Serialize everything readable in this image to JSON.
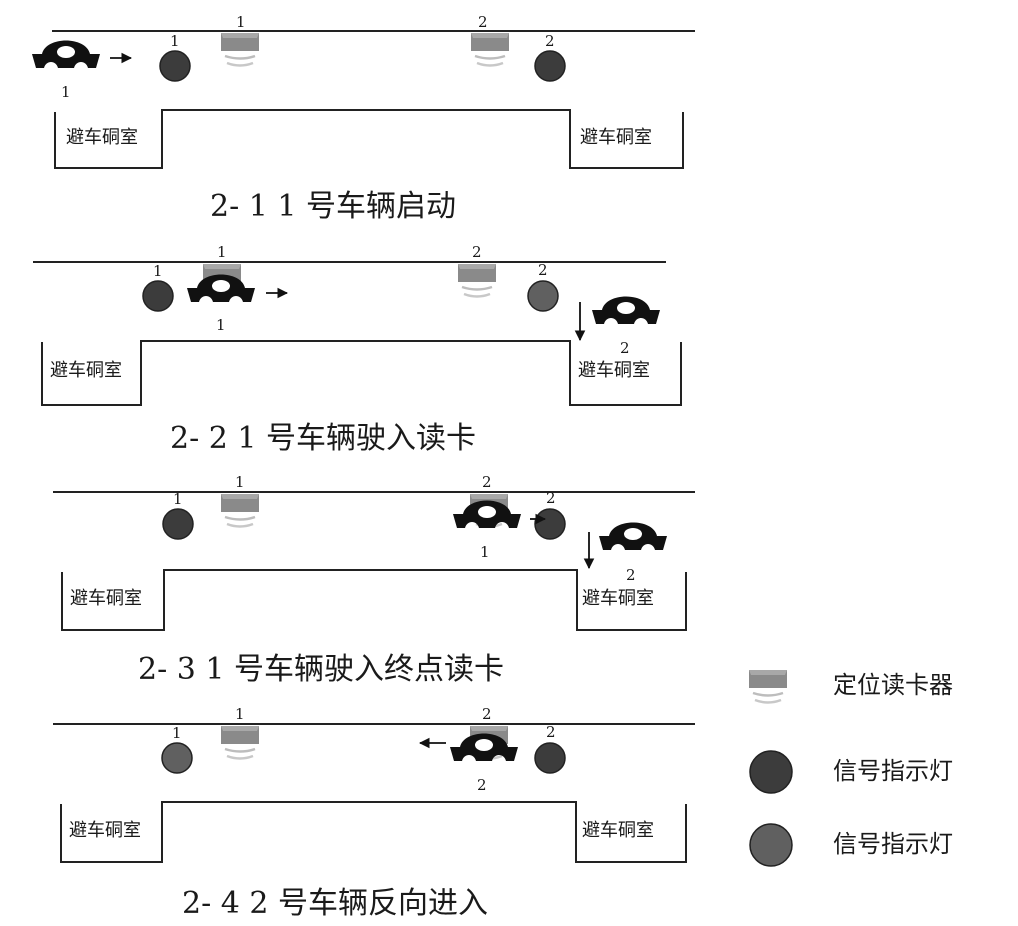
{
  "colors": {
    "line": "#222222",
    "signal_dark": "#3c3c3c",
    "signal_light": "#606060",
    "reader": "#8a8a8a",
    "reader_waves": "#bdbdbd",
    "vehicle": "#111111"
  },
  "panels": [
    {
      "caption": "2- 1   1 号车辆启动",
      "room_left": "避车硐室",
      "room_right": "避车硐室",
      "reader1_label": "1",
      "reader2_label": "2",
      "light1_label": "1",
      "light2_label": "2",
      "vehicle_a_label": "1"
    },
    {
      "caption": "2- 2   1 号车辆驶入读卡",
      "room_left": "避车硐室",
      "room_right": "避车硐室",
      "reader1_label": "1",
      "reader2_label": "2",
      "light1_label": "1",
      "light2_label": "2",
      "vehicle_a_label": "1",
      "vehicle_b_label": "2"
    },
    {
      "caption": "2- 3   1 号车辆驶入终点读卡",
      "room_left": "避车硐室",
      "room_right": "避车硐室",
      "reader1_label": "1",
      "reader2_label": "2",
      "light1_label": "1",
      "light2_label": "2",
      "vehicle_a_label": "1",
      "vehicle_b_label": "2"
    },
    {
      "caption": "2- 4   2 号车辆反向进入",
      "room_left": "避车硐室",
      "room_right": "避车硐室",
      "reader1_label": "1",
      "reader2_label": "2",
      "light1_label": "1",
      "light2_label": "2",
      "vehicle_a_label": "2"
    }
  ],
  "legend": [
    {
      "icon": "card-reader-icon",
      "label": "定位读卡器"
    },
    {
      "icon": "signal-light-dark-icon",
      "label": "信号指示灯"
    },
    {
      "icon": "signal-light-light-icon",
      "label": "信号指示灯"
    }
  ]
}
